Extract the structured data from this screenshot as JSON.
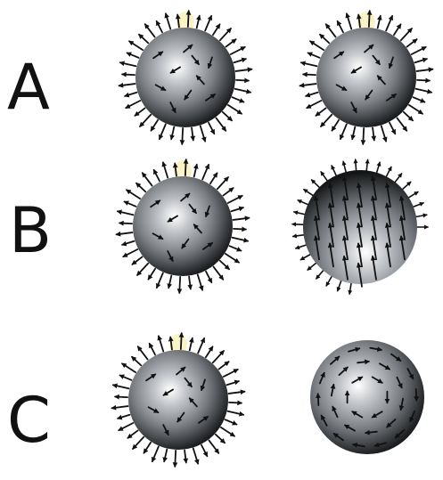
{
  "rows": [
    {
      "label": "A",
      "left": {
        "field": "radial"
      },
      "right": {
        "field": "radial"
      }
    },
    {
      "label": "B",
      "left": {
        "field": "radial"
      },
      "right": {
        "field": "aligned"
      }
    },
    {
      "label": "C",
      "left": {
        "field": "radial"
      },
      "right": {
        "field": "circulating"
      }
    }
  ],
  "colors": {
    "sphere_highlight": "#ffffff",
    "sphere_mid": "#8a8d92",
    "sphere_dark": "#17191b",
    "arrow": "#111111",
    "glow": "#fbf3c8",
    "label": "#111111"
  }
}
